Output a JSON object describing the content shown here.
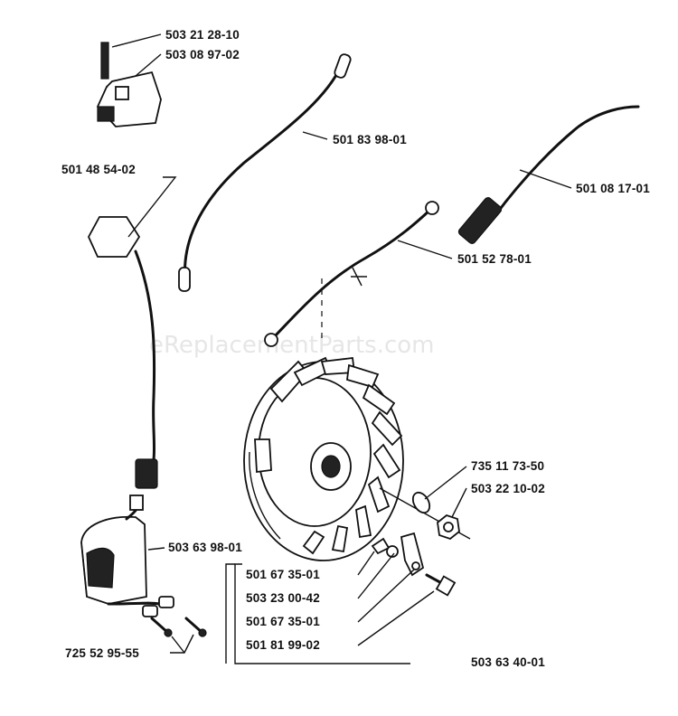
{
  "watermark": "eReplacementParts.com",
  "labels": {
    "screw_top": "503 21 28-10",
    "switch_top": "503 08 97-02",
    "ignition_lead": "501 83 98-01",
    "spark_plug_boot": "501 48 54-02",
    "fuel_hose": "501 08 17-01",
    "short_cable": "501 52 78-01",
    "washer": "735 11 73-50",
    "nut": "503 22 10-02",
    "ignition_module": "503 63 98-01",
    "flywheel_pawl_1": "501 67 35-01",
    "flywheel_spring": "503 23 00-42",
    "flywheel_pawl_2": "501 67 35-01",
    "flywheel_screw": "501 81 99-02",
    "module_screws": "725 52 95-55",
    "flywheel_assembly": "503 63 40-01"
  }
}
